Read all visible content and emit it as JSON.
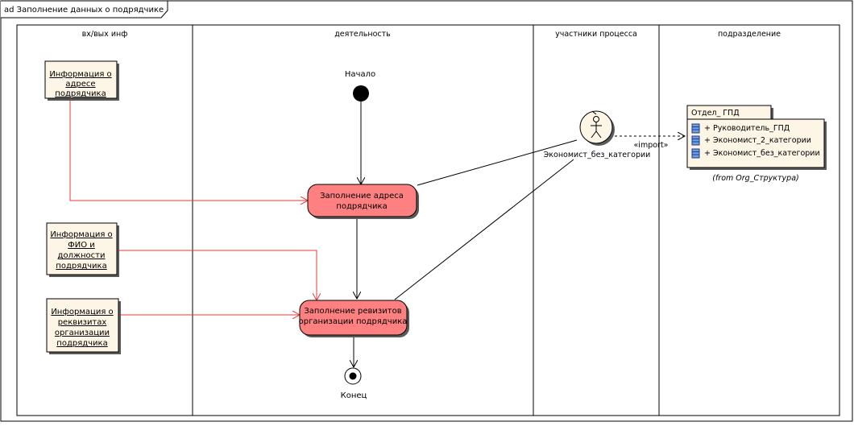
{
  "diagram": {
    "title": "ad Заполнение данных о подрядчике",
    "lanes": [
      "вх/вых инф",
      "деятельность",
      "участники процесса",
      "подразделение"
    ]
  },
  "objects": {
    "address_info": [
      "Информация о",
      "адресе",
      "подрядчика"
    ],
    "fio_info": [
      "Информация о",
      "ФИО и",
      "должности",
      "подрядчика"
    ],
    "rekv_info": [
      "Информация о",
      "реквизитах",
      "организации",
      "подрядчика"
    ]
  },
  "nodes": {
    "start_label": "Начало",
    "end_label": "Конец",
    "activity1": [
      "Заполнение адреса",
      "подрядчика"
    ],
    "activity2": [
      "Заполнение ревизитов",
      "организации подрядчика"
    ]
  },
  "actor": {
    "name": "Экономист_без_категории"
  },
  "import_label": "«import»",
  "package": {
    "name": "Отдел_ ГПД",
    "members": [
      "+ Руководитель_ГПД",
      "+ Экономист_2_категории",
      "+ Экономист_без_категории"
    ],
    "origin": "(from Org_Структура)"
  },
  "colors": {
    "activity_fill": "#ff8080",
    "object_fill": "#fdf5e6",
    "object_flow": "#e53a3a",
    "package_fill": "#fdf5e6"
  }
}
